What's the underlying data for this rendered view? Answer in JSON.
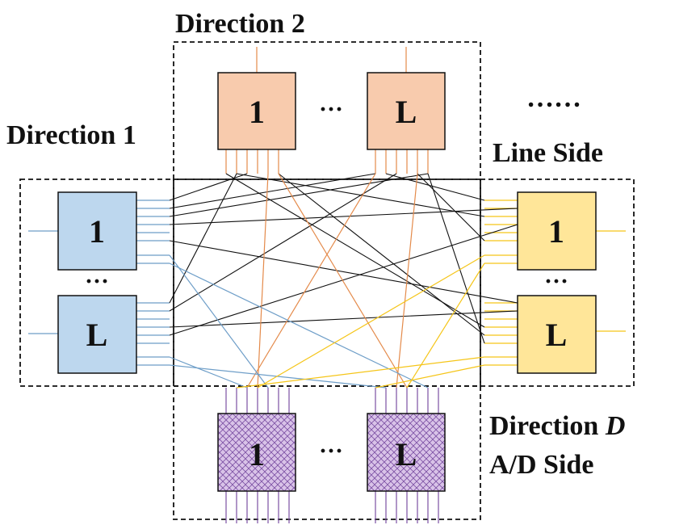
{
  "labels": {
    "direction_2": "Direction 2",
    "direction_1": "Direction 1",
    "ellipsis_top_right": "……",
    "line_side": "Line Side",
    "direction_d_prefix": "Direction ",
    "direction_d_var": "D",
    "ad_side": "A/D Side"
  },
  "wss": {
    "first": "1",
    "last": "L",
    "ellipsis": "···"
  },
  "colors": {
    "orange_fill": "#F8CBAD",
    "orange_line": "#E48A4A",
    "blue_fill": "#BDD7EE",
    "blue_line": "#6E9EC8",
    "yellow_fill": "#FFE699",
    "yellow_line": "#F5C518",
    "purple_fill": "#D9C3E8",
    "purple_line": "#7B4FA3",
    "black_line": "#111111"
  }
}
